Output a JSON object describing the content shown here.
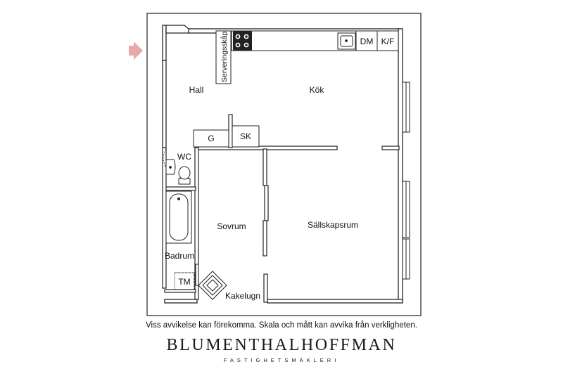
{
  "rooms": {
    "hall": "Hall",
    "kok": "Kök",
    "wc": "WC",
    "sovrum": "Sovrum",
    "sallskapsrum": "Sällskapsrum",
    "badrum": "Badrum",
    "kakelugn": "Kakelugn"
  },
  "fixtures": {
    "serveringsskap": "Serveringsskåp",
    "dm": "DM",
    "kf": "K/F",
    "g": "G",
    "sk": "SK",
    "tm": "TM"
  },
  "colors": {
    "wall": "#222222",
    "wall_fill": "#ffffff",
    "entrance_arrow": "#e8a8a8"
  },
  "icons": {
    "entrance": "entrance-arrow-icon",
    "stove": "stove-icon",
    "sink": "sink-icon",
    "toilet": "toilet-icon",
    "bathtub": "bathtub-icon",
    "tiled_stove": "tiled-stove-icon"
  },
  "footer": {
    "disclaimer": "Viss avvikelse kan förekomma. Skala och mått kan avvika från verkligheten.",
    "brand": "BLUMENTHALHOFFMAN",
    "tagline": "FASTIGHETSMÄKLERI"
  }
}
